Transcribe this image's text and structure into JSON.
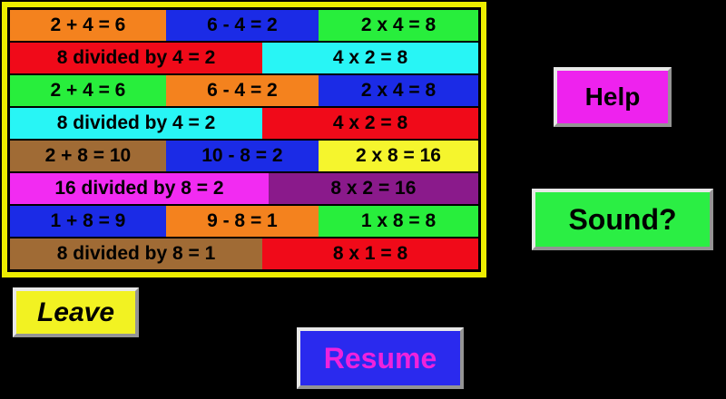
{
  "grid": {
    "border_color": "#EDED00",
    "rows": [
      {
        "cells": [
          {
            "text": "2 + 4 = 6",
            "bg": "#F4821E",
            "width": "33.3%"
          },
          {
            "text": "6 - 4 = 2",
            "bg": "#1B2BE6",
            "width": "32.6%"
          },
          {
            "text": "2 x 4 = 8",
            "bg": "#28EE3C",
            "width": "34.1%"
          }
        ]
      },
      {
        "cells": [
          {
            "text": "8 divided by 4 = 2",
            "bg": "#F00A19",
            "width": "53.9%"
          },
          {
            "text": "4 x 2 = 8",
            "bg": "#28F5F5",
            "width": "46.1%"
          }
        ]
      },
      {
        "cells": [
          {
            "text": "2 + 4 = 6",
            "bg": "#28EE3C",
            "width": "33.3%"
          },
          {
            "text": "6 - 4 = 2",
            "bg": "#F4821E",
            "width": "32.6%"
          },
          {
            "text": "2 x 4 = 8",
            "bg": "#1B2BE6",
            "width": "34.1%"
          }
        ]
      },
      {
        "cells": [
          {
            "text": "8 divided by 4 = 2",
            "bg": "#28F5F5",
            "width": "53.9%"
          },
          {
            "text": "4 x 2 = 8",
            "bg": "#F00A19",
            "width": "46.1%"
          }
        ]
      },
      {
        "cells": [
          {
            "text": "2 + 8 = 10",
            "bg": "#A06B35",
            "width": "33.3%"
          },
          {
            "text": "10 - 8 = 2",
            "bg": "#1B2BE6",
            "width": "32.6%"
          },
          {
            "text": "2 x 8 = 16",
            "bg": "#F5F52D",
            "width": "34.1%"
          }
        ]
      },
      {
        "cells": [
          {
            "text": "16 divided by 8 = 2",
            "bg": "#F22BF2",
            "width": "55.2%"
          },
          {
            "text": "8 x 2 = 16",
            "bg": "#8A1A8B",
            "width": "44.8%"
          }
        ]
      },
      {
        "cells": [
          {
            "text": "1 + 8 = 9",
            "bg": "#1B2BE6",
            "width": "33.3%"
          },
          {
            "text": "9 - 8 = 1",
            "bg": "#F4821E",
            "width": "32.6%"
          },
          {
            "text": "1 x 8 = 8",
            "bg": "#28EE3C",
            "width": "34.1%"
          }
        ]
      },
      {
        "cells": [
          {
            "text": "8 divided by 8 = 1",
            "bg": "#A06B35",
            "width": "53.9%"
          },
          {
            "text": "8 x 1 = 8",
            "bg": "#F00A19",
            "width": "46.1%"
          }
        ]
      }
    ]
  },
  "buttons": {
    "help": {
      "label": "Help",
      "bg": "#EE22EE",
      "text_color": "#000000"
    },
    "sound": {
      "label": "Sound?",
      "bg": "#2BEE44",
      "text_color": "#000000"
    },
    "leave": {
      "label": "Leave",
      "bg": "#F2F222",
      "text_color": "#000000"
    },
    "resume": {
      "label": "Resume",
      "bg": "#2A2AEE",
      "text_color": "#EE22DD"
    }
  }
}
